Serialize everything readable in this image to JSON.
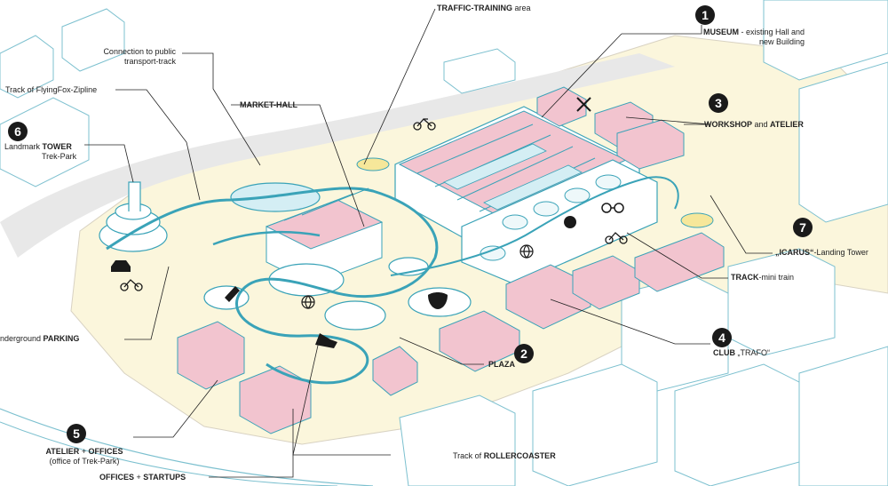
{
  "numbers": {
    "n1": "1",
    "n2": "2",
    "n3": "3",
    "n4": "4",
    "n5": "5",
    "n6": "6",
    "n7": "7"
  },
  "labels": {
    "traffic": {
      "bold": "TRAFFIC-TRAINING",
      "rest": " area"
    },
    "museum": {
      "bold": "MUSEUM",
      "rest": " - existing Hall and",
      "line2": "new Building"
    },
    "connection": {
      "line1": "Connection to public",
      "line2": "transport-track"
    },
    "zipline": {
      "text": "Track of FlyingFox-Zipline"
    },
    "market": {
      "bold": "MARKET-HALL"
    },
    "tower": {
      "pre": "Landmark ",
      "bold": "TOWER",
      "line2": "Trek-Park"
    },
    "workshop": {
      "bold1": "WORKSHOP",
      "mid": " and ",
      "bold2": "ATELIER"
    },
    "icarus": {
      "bold": "„ICARUS“",
      "rest": "-Landing Tower"
    },
    "track": {
      "bold": "TRACK",
      "rest": "-mini train"
    },
    "club": {
      "bold": "CLUB",
      "rest": " „TRAFO“"
    },
    "parking": {
      "pre": "nderground ",
      "bold": "PARKING"
    },
    "plaza": {
      "bold": "PLAZA"
    },
    "atelier": {
      "bold1": "ATELIER",
      "mid": " + ",
      "bold2": "OFFICES",
      "line2": "(office of Trek-Park)"
    },
    "roller": {
      "pre": "Track of ",
      "bold": "ROLLERCOASTER"
    },
    "offices": {
      "bold1": "OFFICES",
      "mid": " + ",
      "bold2": "STARTUPS"
    }
  },
  "colors": {
    "building": "#f2c4cf",
    "ground": "#fbf6dc",
    "track": "#3aa3b8",
    "outline": "#7cc0cf",
    "dark": "#1a1a1a"
  }
}
